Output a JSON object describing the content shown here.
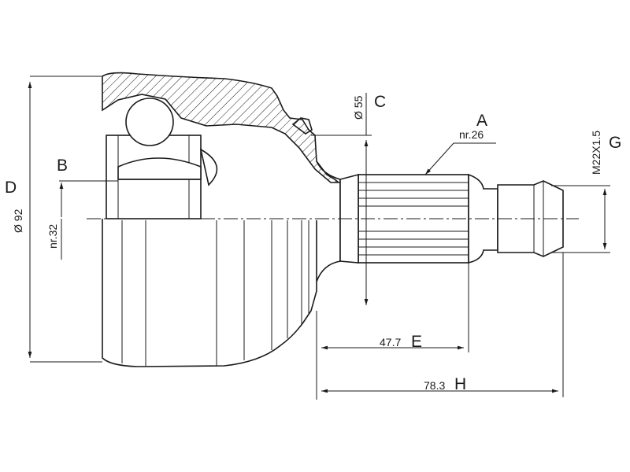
{
  "labels": {
    "D": "D",
    "diameter_92": "Ø 92",
    "B": "B",
    "nr32": "nr.32",
    "diameter_55": "Ø 55",
    "C": "C",
    "A": "A",
    "nr26": "nr.26",
    "M22": "M22X1.5",
    "G": "G",
    "dim_E_value": "47.7",
    "E": "E",
    "dim_H_value": "78.3",
    "H": "H"
  },
  "colors": {
    "ink": "#1a1a1a",
    "paper": "#ffffff"
  }
}
